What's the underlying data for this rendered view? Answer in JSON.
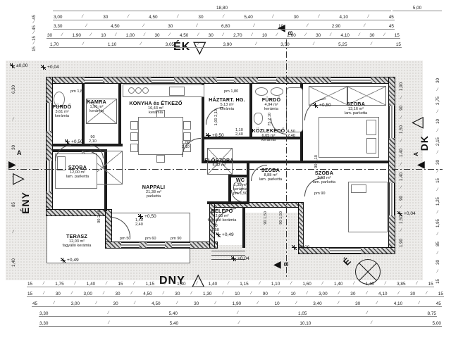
{
  "compass": {
    "ek": "ÉK",
    "dny": "DNY",
    "eny": "ÉNY",
    "dk": "DK",
    "north": "É"
  },
  "sections": {
    "a": "A",
    "b": "B"
  },
  "levels": {
    "zero": "±0,00",
    "p04": "+0,04",
    "p49": "+0,49",
    "p50": "+0,50"
  },
  "rooms": [
    {
      "name": "FÜRDŐ",
      "area": "3,61 m²",
      "material": "kerámia"
    },
    {
      "name": "KAMRA",
      "area": "1,90 m²",
      "material": "kerámia"
    },
    {
      "name": "KONYHA és ÉTKEZŐ",
      "area": "16,43 m²",
      "material": "kerámia"
    },
    {
      "name": "HÁZTART. HG.",
      "area": "5,13 m²",
      "material": "kerámia"
    },
    {
      "name": "FÜRDŐ",
      "area": "4,94 m²",
      "material": "kerámia"
    },
    {
      "name": "KÖZLEKEDŐ",
      "area": "6,05 m²",
      "material": "kerámia"
    },
    {
      "name": "SZOBA",
      "area": "13,16 m²",
      "material": "lam. parketta"
    },
    {
      "name": "SZOBA",
      "area": "12,00 m²",
      "material": "lam. parketta"
    },
    {
      "name": "NAPPALI",
      "area": "21,38 m²",
      "material": "parketta"
    },
    {
      "name": "ELŐSZOBA",
      "area": "5,92 m²",
      "material": "kerámia"
    },
    {
      "name": "WC",
      "area": "1,35 m²",
      "material": "kerámia",
      "note": "pm 1,50"
    },
    {
      "name": "SZOBA",
      "area": "8,88 m²",
      "material": "lam. parketta"
    },
    {
      "name": "SZOBA",
      "area": "9,53 m²",
      "material": "lam. parketta"
    },
    {
      "name": "BELÉPŐ",
      "area": "2,63 m²",
      "material": "fagyálló kerámia"
    },
    {
      "name": "TERASZ",
      "area": "12,03 m²",
      "material": "fagyálló kerámia"
    }
  ],
  "notes": {
    "pm180": "pm 1,80",
    "pm50": "pm 50",
    "pm60": "pm 60",
    "pm90": "pm 90"
  },
  "dd": {
    "w90": "90",
    "h210": "2,10",
    "w100": "1,00",
    "h240": "2,40",
    "w75": "75",
    "w110": "1,10",
    "w140": "1,40",
    "h150": "1,50",
    "w150": "1,50"
  },
  "dims": {
    "top_overall": "18,80",
    "top_right": "5,00",
    "top_left_col": [
      "45",
      "45",
      "15",
      "15"
    ],
    "top_rows": [
      [
        "3,00",
        "30",
        "4,50",
        "30",
        "5,40",
        "30",
        "4,10",
        "45"
      ],
      [
        "3,30",
        "4,50",
        "30",
        "6,80",
        "10",
        "2,90",
        "45"
      ],
      [
        "30",
        "1,90",
        "10",
        "1,00",
        "30",
        "4,50",
        "30",
        "2,70",
        "10",
        "2,60",
        "30",
        "4,10",
        "30",
        "15"
      ],
      [
        "1,70",
        "1,10",
        "3,05",
        "3,90",
        "3,50",
        "5,25",
        "15"
      ]
    ],
    "bottom_rows": [
      [
        "15",
        "1,75",
        "1,40",
        "15",
        "1,15",
        "1,40",
        "1,40",
        "1,15",
        "1,10",
        "1,60",
        "1,40",
        "1,40",
        "3,85",
        "15"
      ],
      [
        "15",
        "30",
        "3,00",
        "30",
        "4,50",
        "30",
        "1,30",
        "10",
        "90",
        "10",
        "3,00",
        "30",
        "4,10",
        "30",
        "15"
      ],
      [
        "45",
        "3,00",
        "30",
        "4,50",
        "30",
        "1,90",
        "10",
        "3,40",
        "30",
        "4,10",
        "45"
      ],
      [
        "3,30",
        "5,40",
        "1,05",
        "8,75"
      ],
      [
        "3,30",
        "5,40",
        "10,10",
        "5,00"
      ]
    ],
    "left_col": [
      "6,30",
      "30",
      "85",
      "1,40"
    ],
    "right_col_inner": [
      "1,90",
      "90",
      "1,50",
      "1,40",
      "1,40",
      "90",
      "1,50",
      "1,90"
    ],
    "right_col_outer": [
      "30",
      "3,75",
      "10",
      "2,15",
      "30",
      "15",
      "1,25",
      "1,95",
      "85",
      "30",
      "15"
    ]
  }
}
